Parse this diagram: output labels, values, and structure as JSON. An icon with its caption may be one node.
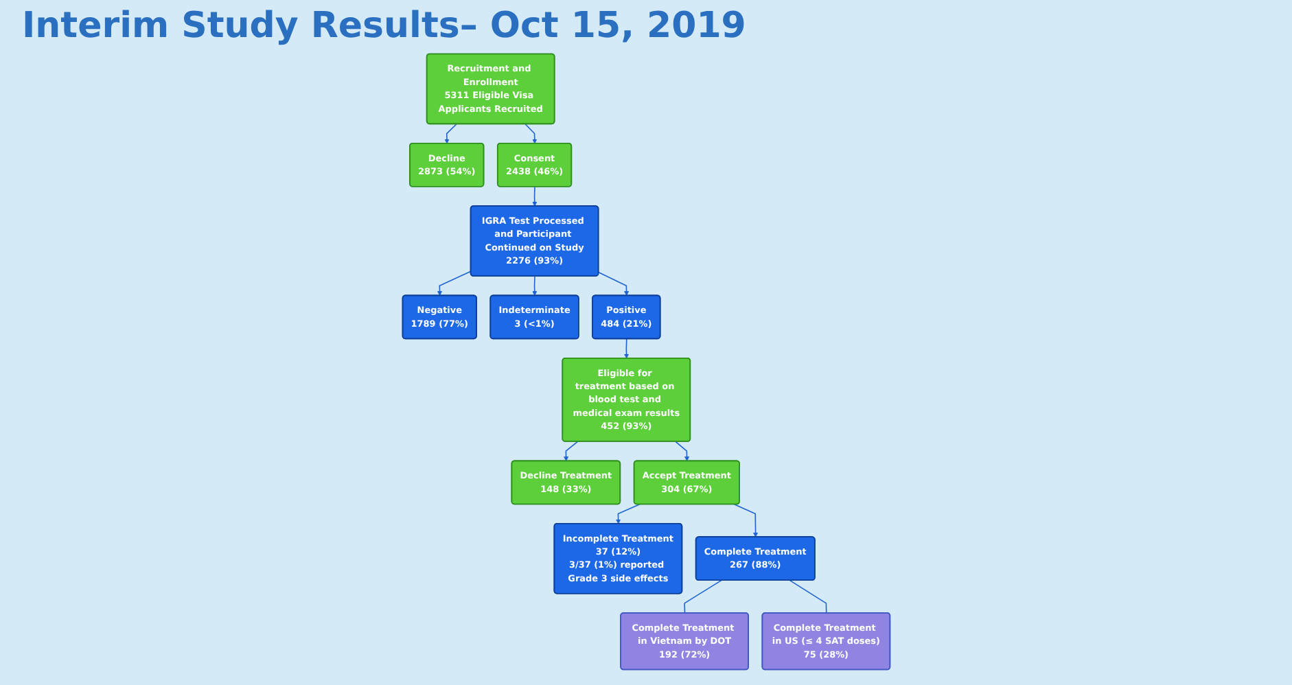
{
  "diagram": {
    "title": "Interim Study Results– Oct 15, 2019",
    "nodes": [
      {
        "text": [
          "Recruitment and Enrollment",
          "5311 Eligible Visa Applicants Recruited"
        ]
      },
      {
        "text": [
          "Decline",
          "2873 (54%)"
        ]
      },
      {
        "text": [
          "Consent",
          "2438 (46%)"
        ]
      },
      {
        "text": [
          "IGRA Test Processed and Participant Continued on Study",
          "2276 (93%)"
        ]
      },
      {
        "text": [
          "Negative",
          "1789 (77%)"
        ]
      },
      {
        "text": [
          "Indeterminate",
          "3 (<1%)"
        ]
      },
      {
        "text": [
          "Positive",
          "484 (21%)"
        ]
      },
      {
        "text": [
          "Eligible for treatment based on blood test and medical exam results",
          "452 (93%)"
        ]
      },
      {
        "text": [
          "Decline Treatment",
          "148 (33%)"
        ]
      },
      {
        "text": [
          "Accept Treatment",
          "304 (67%)"
        ]
      },
      {
        "text": [
          "Incomplete Treatment",
          "37 (12%)",
          "3/37 (1%) reported Grade 3 side effects"
        ]
      },
      {
        "text": [
          "Complete Treatment",
          "267 (88%)"
        ]
      },
      {
        "text": [
          "Complete Treatment in Vietnam by DOT",
          "192 (72%)"
        ]
      },
      {
        "text": [
          "Complete Treatment in US (≤ 4 SAT doses)",
          "75 (28%)"
        ]
      }
    ],
    "edges": [
      {
        "from": 0,
        "to": 1,
        "arrow": "to"
      },
      {
        "from": 0,
        "to": 2,
        "arrow": "to"
      },
      {
        "from": 2,
        "to": 3,
        "arrow": "to"
      },
      {
        "from": 3,
        "to": 4,
        "arrow": "to"
      },
      {
        "from": 3,
        "to": 5,
        "arrow": "to"
      },
      {
        "from": 3,
        "to": 6,
        "arrow": "to"
      },
      {
        "from": 6,
        "to": 7,
        "arrow": "to"
      },
      {
        "from": 7,
        "to": 8,
        "arrow": "to"
      },
      {
        "from": 7,
        "to": 9,
        "arrow": "to"
      },
      {
        "from": 9,
        "to": 10,
        "arrow": "to"
      },
      {
        "from": 9,
        "to": 11,
        "arrow": "to"
      },
      {
        "from": 11,
        "to": 12,
        "arrow": "none"
      },
      {
        "from": 11,
        "to": 13,
        "arrow": "none"
      }
    ]
  }
}
